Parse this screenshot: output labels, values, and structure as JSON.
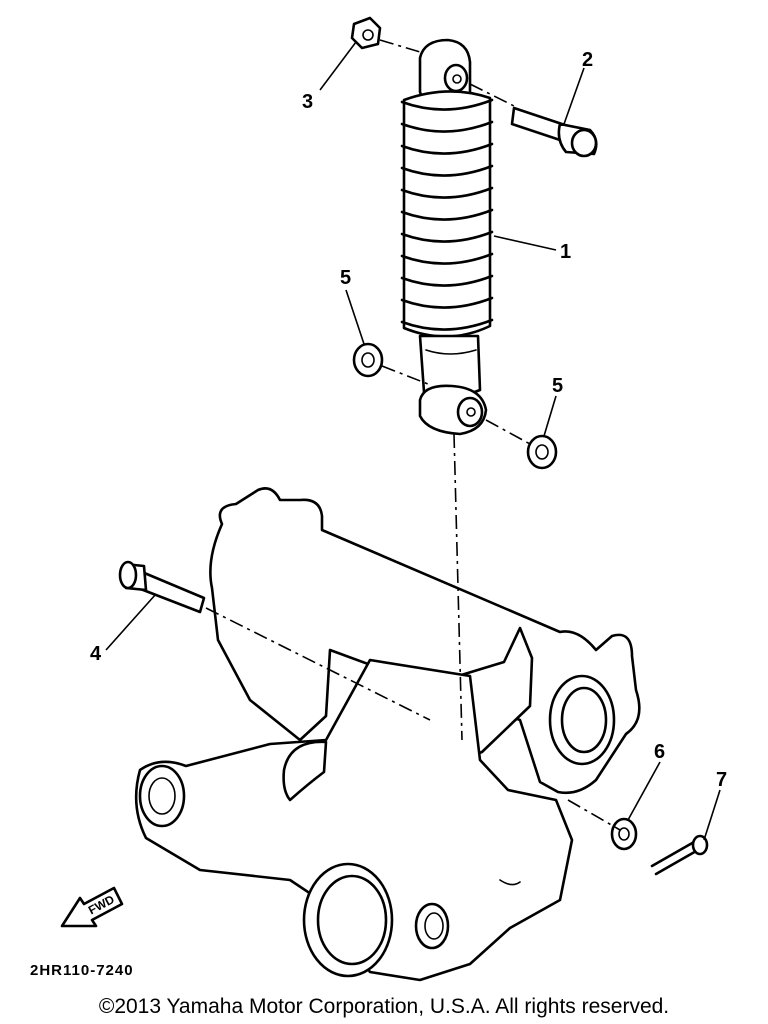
{
  "diagram": {
    "callouts": [
      "1",
      "2",
      "3",
      "4",
      "5",
      "5",
      "6",
      "7"
    ],
    "part_code": "2HR110-7240",
    "fwd_label": "FWD",
    "copyright": "©2013 Yamaha Motor Corporation, U.S.A. All rights reserved."
  }
}
